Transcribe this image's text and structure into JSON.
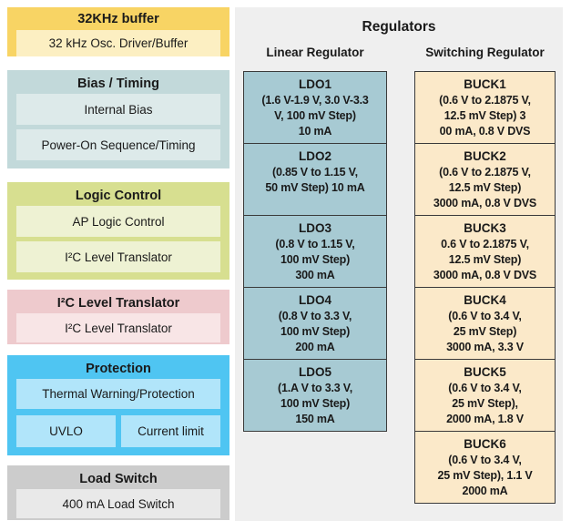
{
  "colors": {
    "page_bg": "#FFFFFF",
    "panel_bg": "#EFEFEF",
    "box_border": "#3A3A3A",
    "text": "#1A1A1A"
  },
  "left": {
    "blocks": [
      {
        "title": "32KHz buffer",
        "bg": "#F8D464",
        "item_bg": "#FCEFC2",
        "items": [
          "32 kHz Osc. Driver/Buffer"
        ]
      },
      {
        "title": "Bias / Timing",
        "bg": "#C2D9DA",
        "item_bg": "#DDEAEA",
        "items": [
          "Internal Bias",
          "Power-On Sequence/Timing"
        ]
      },
      {
        "title": "Logic Control",
        "bg": "#D7DF90",
        "item_bg": "#EEF2D3",
        "items": [
          "AP Logic Control",
          "I²C Level Translator"
        ]
      },
      {
        "title": "I²C Level Translator",
        "bg": "#EECACD",
        "item_bg": "#F8E5E6",
        "items": [
          "I²C Level Translator"
        ]
      },
      {
        "title": "Protection",
        "bg": "#4FC5F2",
        "item_bg": "#B1E5FA",
        "items": [
          "Thermal Warning/Protection"
        ],
        "split_items": [
          "UVLO",
          "Current limit"
        ]
      },
      {
        "title": "Load Switch",
        "bg": "#CCCCCC",
        "item_bg": "#E9E9E9",
        "items": [
          "400 mA Load Switch"
        ]
      }
    ]
  },
  "regulators": {
    "title": "Regulators",
    "panel_bg": "#EFEFEF",
    "linear": {
      "header": "Linear Regulator",
      "box_bg": "#A7CAD3",
      "items": [
        {
          "name": "LDO1",
          "detail": "(1.6 V-1.9 V, 3.0 V-3.3\nV, 100 mV Step)\n10 mA"
        },
        {
          "name": "LDO2",
          "detail": "(0.85 V to 1.15 V,\n50 mV Step) 10 mA"
        },
        {
          "name": "LDO3",
          "detail": "(0.8 V to 1.15 V,\n100 mV Step)\n300 mA"
        },
        {
          "name": "LDO4",
          "detail": "(0.8 V to 3.3 V,\n100 mV Step)\n200 mA"
        },
        {
          "name": "LDO5",
          "detail": "(1.A V to 3.3 V,\n100 mV Step)\n150 mA"
        }
      ]
    },
    "switching": {
      "header": "Switching Regulator",
      "box_bg": "#FBE9C9",
      "items": [
        {
          "name": "BUCK1",
          "detail": "(0.6 V to 2.1875 V,\n12.5 mV Step) 3\n00 mA, 0.8 V DVS"
        },
        {
          "name": "BUCK2",
          "detail": "(0.6 V to 2.1875 V,\n12.5 mV Step)\n3000 mA, 0.8 V DVS"
        },
        {
          "name": "BUCK3",
          "detail": "0.6 V to 2.1875 V,\n12.5 mV Step)\n3000 mA, 0.8 V DVS"
        },
        {
          "name": "BUCK4",
          "detail": "(0.6 V to 3.4 V,\n25 mV Step)\n3000 mA, 3.3 V"
        },
        {
          "name": "BUCK5",
          "detail": "(0.6 V to 3.4 V,\n25 mV Step),\n2000 mA, 1.8 V"
        },
        {
          "name": "BUCK6",
          "detail": "(0.6 V to 3.4 V,\n25 mV Step), 1.1 V\n2000 mA"
        }
      ]
    }
  }
}
